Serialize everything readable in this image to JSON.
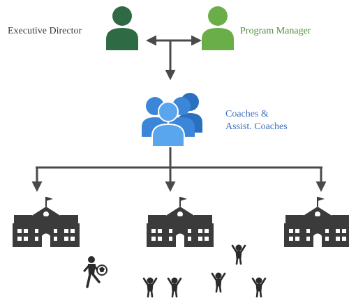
{
  "nodes": {
    "executive_director": {
      "label": "Executive Director",
      "color": "#2e6b45"
    },
    "program_manager": {
      "label": "Program Manager",
      "color": "#6aae4a"
    },
    "coaches": {
      "line1": "Coaches &",
      "line2": "Assist. Coaches",
      "color": "#3b86d8"
    }
  },
  "schools": [
    {
      "icon": "school-icon"
    },
    {
      "icon": "school-icon"
    },
    {
      "icon": "school-icon"
    }
  ],
  "connector_color": "#4a4a4a",
  "school_color": "#3b3b3b",
  "figure_color": "#2b2b2b"
}
